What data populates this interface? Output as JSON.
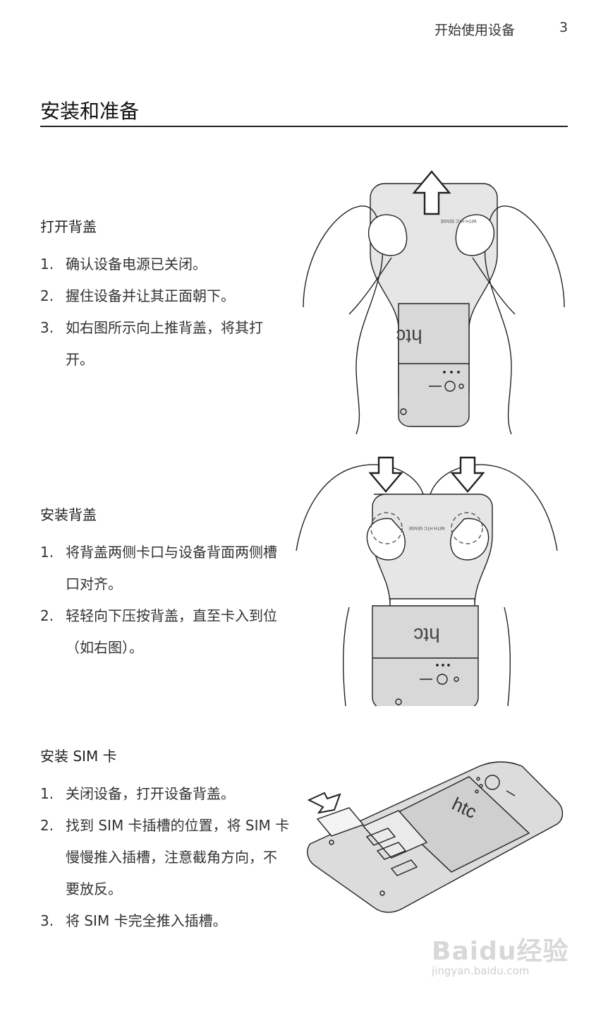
{
  "header": {
    "title": "开始使用设备",
    "page": "3"
  },
  "title": "安装和准备",
  "sections": [
    {
      "heading": "打开背盖",
      "steps": [
        {
          "num": "1.",
          "text": "确认设备电源已关闭。"
        },
        {
          "num": "2.",
          "text": "握住设备并让其正面朝下。"
        },
        {
          "num": "3.",
          "text": "如右图所示向上推背盖，将其打开。"
        }
      ]
    },
    {
      "heading": "安装背盖",
      "steps": [
        {
          "num": "1.",
          "text": "将背盖两侧卡口与设备背面两侧槽口对齐。"
        },
        {
          "num": "2.",
          "text": "轻轻向下压按背盖，直至卡入到位（如右图）。"
        }
      ]
    },
    {
      "heading": "安装 SIM 卡",
      "steps": [
        {
          "num": "1.",
          "text": "关闭设备，打开设备背盖。"
        },
        {
          "num": "2.",
          "text": "找到 SIM 卡插槽的位置，将 SIM 卡慢慢推入插槽，注意截角方向，不要放反。"
        },
        {
          "num": "3.",
          "text": "将 SIM 卡完全推入插槽。"
        }
      ]
    }
  ],
  "figures": {
    "brand": "htc",
    "sense_label": "WITH HTC SENSE"
  },
  "watermark": {
    "brand": "Baidu经验",
    "url": "jingyan.baidu.com"
  }
}
